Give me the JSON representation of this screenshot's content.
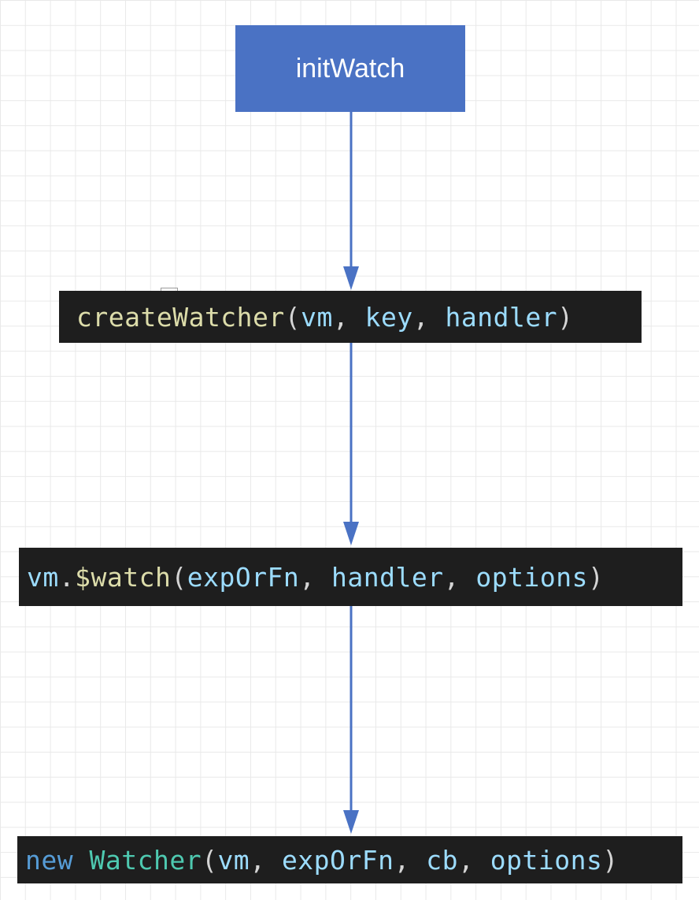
{
  "nodes": {
    "init_watch": {
      "label": "initWatch"
    },
    "create_watcher": {
      "fn": "createWatcher",
      "open": "(",
      "p1": "vm",
      "sep1": ", ",
      "p2": "key",
      "sep2": ", ",
      "p3": "handler",
      "close": ")"
    },
    "vm_watch": {
      "obj": "vm",
      "dot": ".",
      "fn": "$watch",
      "open": "(",
      "p1": "expOrFn",
      "sep1": ", ",
      "p2": "handler",
      "sep2": ", ",
      "p3": "options",
      "close": ")"
    },
    "new_watcher": {
      "kw": "new",
      "space": " ",
      "cls": "Watcher",
      "open": "(",
      "p1": "vm",
      "sep1": ", ",
      "p2": "expOrFn",
      "sep2": ", ",
      "p3": "cb",
      "sep3": ", ",
      "p4": "options",
      "close": ")"
    }
  },
  "colors": {
    "node_fill": "#4a72c4",
    "arrow": "#4a72c4",
    "code_bg": "#1e1e1e",
    "grid": "#e9e9e9"
  }
}
